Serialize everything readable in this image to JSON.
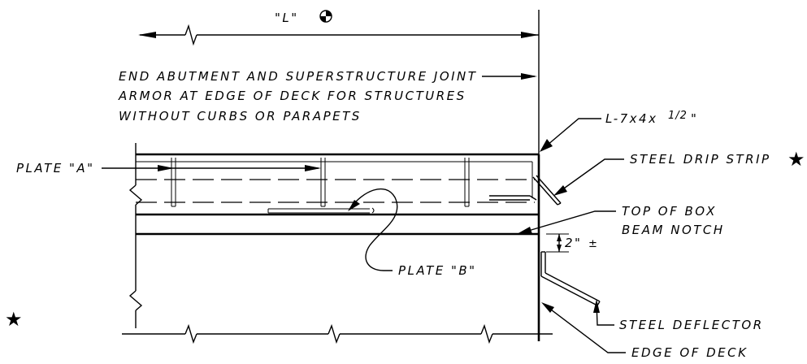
{
  "dimension": {
    "label": "\"L\""
  },
  "title_note": {
    "lines": [
      "END ABUTMENT AND SUPERSTRUCTURE JOINT",
      "ARMOR  AT EDGE OF DECK FOR STRUCTURES",
      "WITHOUT CURBS OR PARAPETS"
    ]
  },
  "labels": {
    "angle": "L-7x4x",
    "angle_frac": "1/2",
    "angle_tail": "\"",
    "plate_a": "PLATE \"A\"",
    "plate_b": "PLATE \"B\"",
    "drip_strip": "STEEL DRIP STRIP",
    "top_notch_1": "TOP OF BOX",
    "top_notch_2": "BEAM NOTCH",
    "gap": "2\"",
    "gap_tol": "±",
    "deflector": "STEEL DEFLECTOR",
    "edge_of_deck": "EDGE OF DECK"
  },
  "symbols": {
    "star": "★"
  }
}
